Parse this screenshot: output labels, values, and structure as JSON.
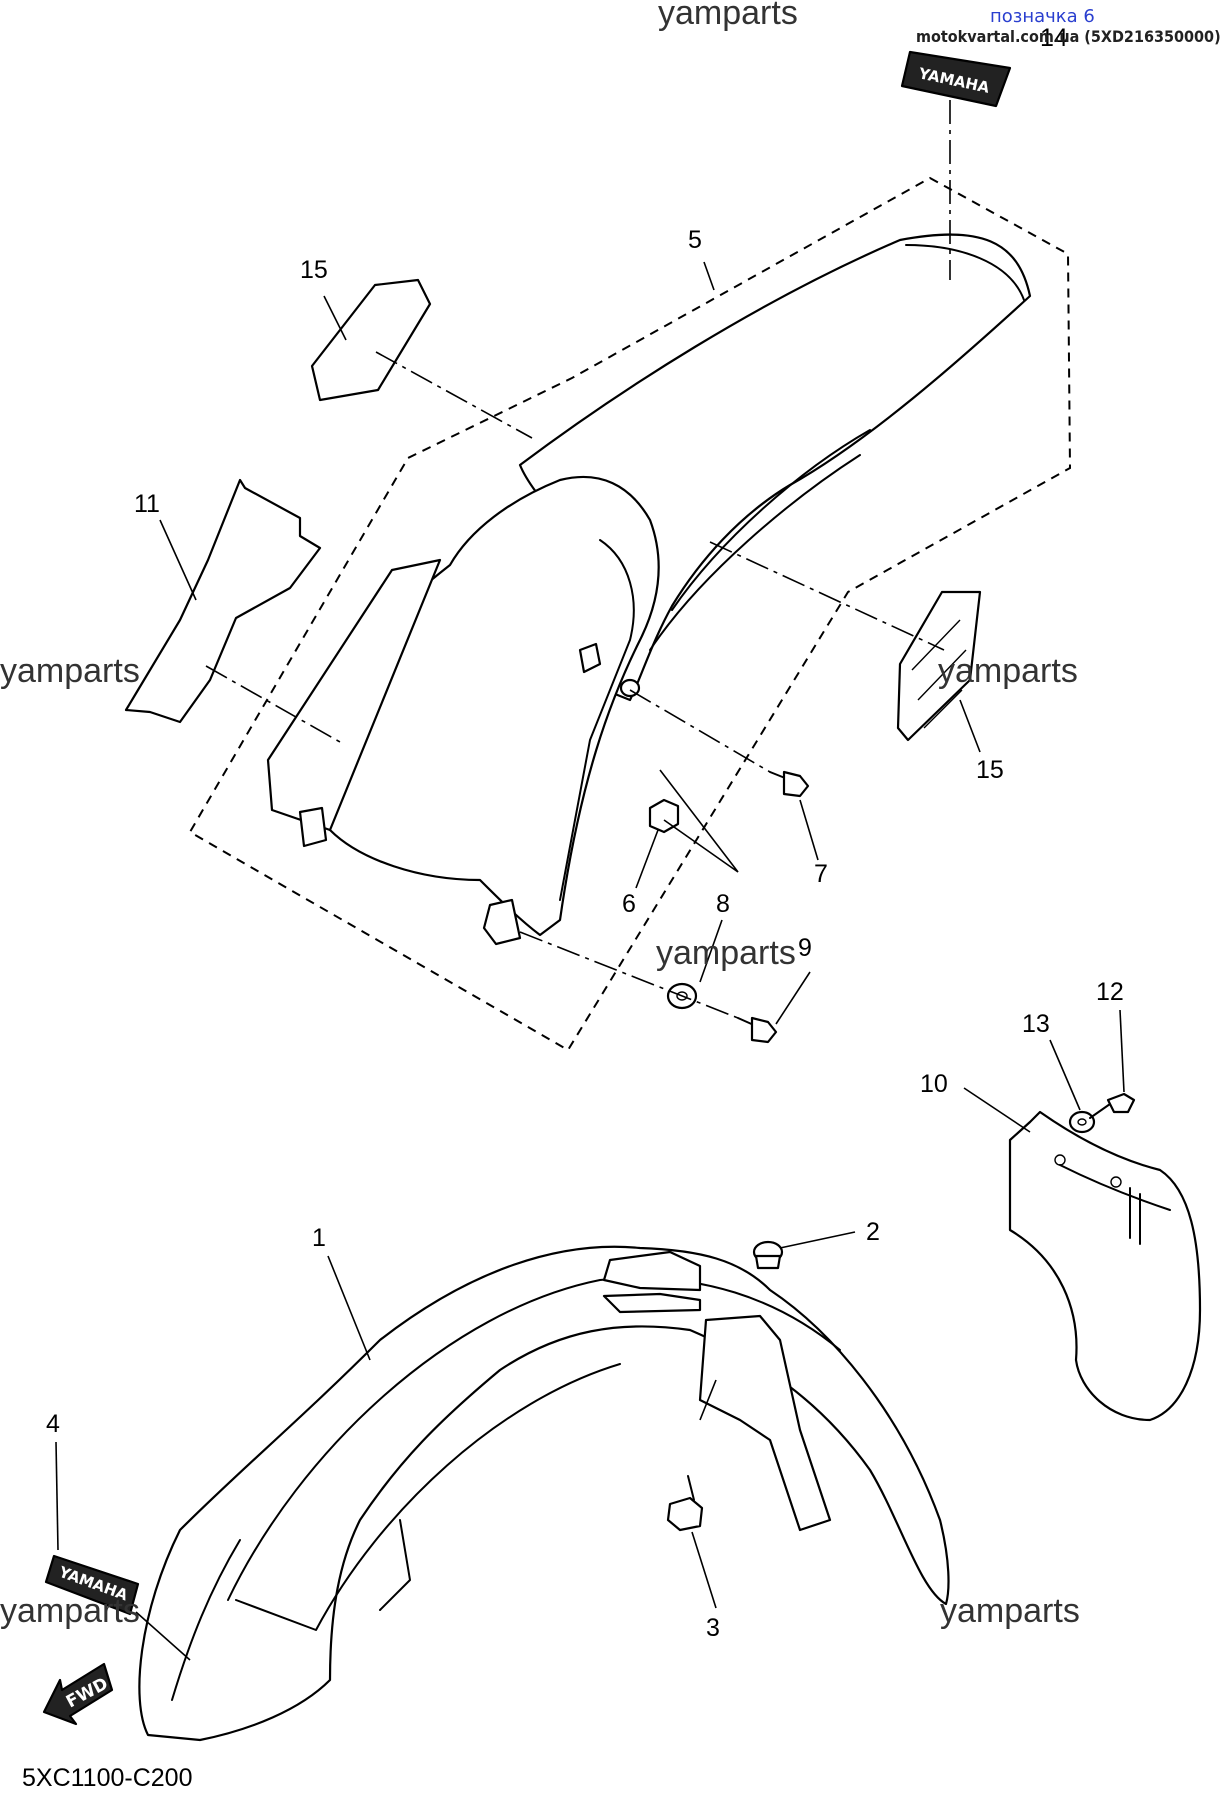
{
  "header": {
    "label": "позначка 6",
    "site": "motokvartal.com.ua (5XD216350000)"
  },
  "watermarks": [
    "yamparts",
    "yamparts",
    "yamparts",
    "yamparts",
    "yamparts",
    "yamparts"
  ],
  "diagram_code": "5XC1100-C200",
  "callouts": [
    "1",
    "2",
    "3",
    "4",
    "5",
    "6",
    "7",
    "8",
    "9",
    "10",
    "11",
    "12",
    "13",
    "14",
    "15",
    "15"
  ],
  "decals": {
    "brand_text": "YAMAHA",
    "fwd_text": "FWD"
  }
}
